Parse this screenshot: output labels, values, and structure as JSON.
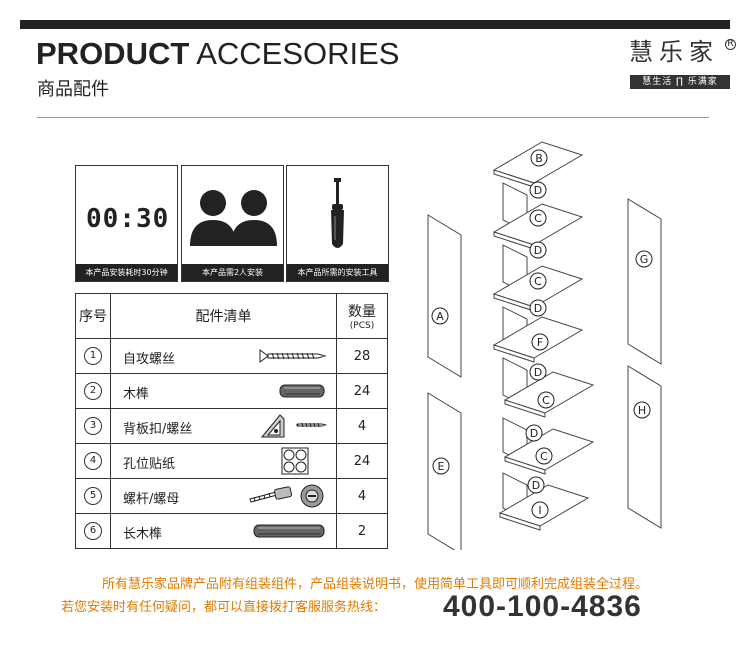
{
  "header": {
    "title_bold": "PRODUCT",
    "title_light": "ACCESORIES",
    "subtitle": "商品配件"
  },
  "brand": {
    "name": "慧乐家",
    "slogan": "慧生活 ∏ 乐满家",
    "reg_mark": "R"
  },
  "info_boxes": [
    {
      "caption": "本产品安装耗时30分钟",
      "display": "00:30",
      "icon": "timer-icon"
    },
    {
      "caption": "本产品需2人安装",
      "icon": "two-people-icon"
    },
    {
      "caption": "本产品所需的安装工具",
      "icon": "screwdriver-icon"
    }
  ],
  "table": {
    "headers": {
      "index": "序号",
      "name": "配件清单",
      "qty": "数量",
      "qty_unit": "(PCS)"
    },
    "rows": [
      {
        "index": "1",
        "name": "自攻螺丝",
        "qty": "28",
        "icon": "screw-icon"
      },
      {
        "index": "2",
        "name": "木榫",
        "qty": "24",
        "icon": "dowel-icon"
      },
      {
        "index": "3",
        "name": "背板扣/螺丝",
        "qty": "4",
        "icon": "bracket-icon"
      },
      {
        "index": "4",
        "name": "孔位贴纸",
        "qty": "24",
        "icon": "hole-sticker-icon"
      },
      {
        "index": "5",
        "name": "螺杆/螺母",
        "qty": "4",
        "icon": "cam-bolt-icon"
      },
      {
        "index": "6",
        "name": "长木榫",
        "qty": "2",
        "icon": "long-dowel-icon"
      }
    ]
  },
  "diagram": {
    "labels": [
      "A",
      "B",
      "C",
      "D",
      "E",
      "F",
      "G",
      "H",
      "I"
    ]
  },
  "footer": {
    "line1": "所有慧乐家品牌产品附有组装组件，产品组装说明书，使用简单工具即可顺利完成组装全过程。",
    "line2": "若您安装时有任何疑问，都可以直接拨打客服服务热线：",
    "phone": "400-100-4836"
  },
  "colors": {
    "accent": "#e07b00",
    "dark": "#222222"
  }
}
